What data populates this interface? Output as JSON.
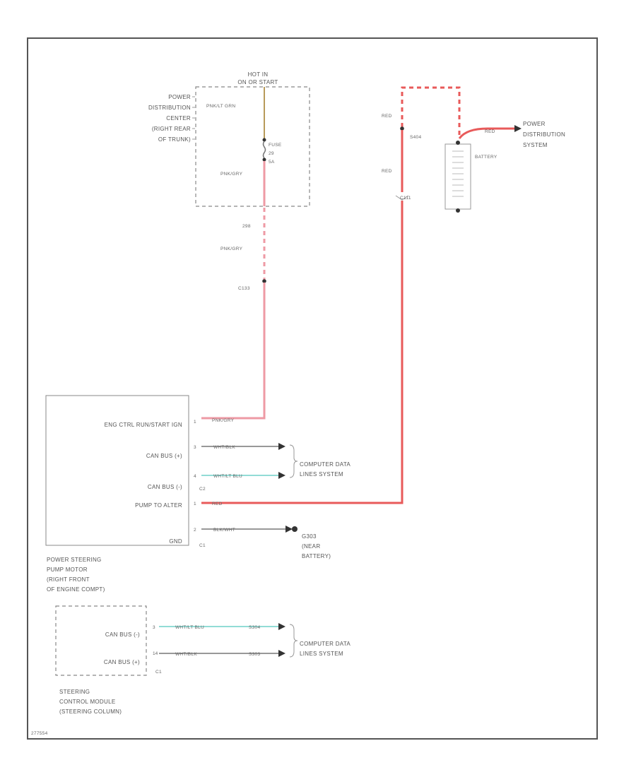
{
  "labels": {
    "hot_in": [
      "HOT IN",
      "ON OR START"
    ],
    "pdc": [
      "POWER",
      "DISTRIBUTION",
      "CENTER",
      "(RIGHT REAR",
      "OF TRUNK)"
    ],
    "pdc_wire_top": "PNK/LT GRN",
    "fuse": [
      "FUSE",
      "29",
      "5A"
    ],
    "pdc_wire_bottom": "PNK/GRY",
    "conn_298": "298",
    "wire_pnk_gry": "PNK/GRY",
    "conn_c133": "C133",
    "red_upper": "RED",
    "splice_s404": "S404",
    "red_lower": "RED",
    "conn_c111": "C111",
    "battery": "BATTERY",
    "red_right": "RED",
    "power_dist_system": [
      "POWER",
      "DISTRIBUTION",
      "SYSTEM"
    ],
    "module": {
      "pins": [
        {
          "pin": "1",
          "label": "ENG CTRL RUN/START IGN",
          "wire": "PNK/GRY"
        },
        {
          "pin": "3",
          "label": "CAN BUS (+)",
          "wire": "WHT/BLK"
        },
        {
          "pin": "4",
          "label": "CAN BUS (-)",
          "wire": "WHT/LT BLU"
        },
        {
          "pin": "1",
          "label": "PUMP TO ALTER",
          "wire": "RED"
        },
        {
          "pin": "2",
          "label": "GND",
          "wire": "BLK/WHT"
        }
      ],
      "connector_c2": "C2",
      "connector_c1": "C1",
      "name": [
        "POWER STEERING",
        "PUMP MOTOR",
        "(RIGHT FRONT",
        "OF ENGINE COMPT)"
      ]
    },
    "computer_data_1": [
      "COMPUTER DATA",
      "LINES SYSTEM"
    ],
    "ground": [
      "G303",
      "(NEAR",
      "BATTERY)"
    ],
    "scm": {
      "pins": [
        {
          "pin": "3",
          "label": "CAN BUS (-)",
          "wire": "WHT/LT BLU",
          "splice": "S304"
        },
        {
          "pin": "14",
          "label": "CAN BUS (+)",
          "wire": "WHT/BLK",
          "splice": "S303"
        }
      ],
      "connector": "C1",
      "name": [
        "STEERING",
        "CONTROL MODULE",
        "(STEERING COLUMN)"
      ]
    },
    "computer_data_2": [
      "COMPUTER DATA",
      "LINES SYSTEM"
    ],
    "figure_id": "277554"
  },
  "colors": {
    "red_wire": "#e85a5a",
    "pink_wire": "#ee9aa4",
    "teal_wire": "#6fd0c8",
    "black_wire": "#777777"
  }
}
